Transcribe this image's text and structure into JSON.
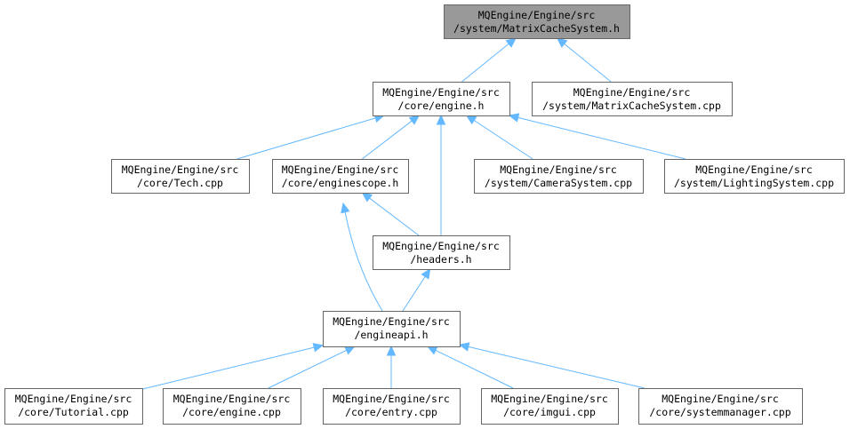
{
  "graph": {
    "nodes": [
      {
        "id": "matrix_h",
        "line1": "MQEngine/Engine/src",
        "line2": "/system/MatrixCacheSystem.h",
        "root": true
      },
      {
        "id": "engine_h",
        "line1": "MQEngine/Engine/src",
        "line2": "/core/engine.h"
      },
      {
        "id": "matrix_cpp",
        "line1": "MQEngine/Engine/src",
        "line2": "/system/MatrixCacheSystem.cpp"
      },
      {
        "id": "tech_cpp",
        "line1": "MQEngine/Engine/src",
        "line2": "/core/Tech.cpp"
      },
      {
        "id": "enginescope_h",
        "line1": "MQEngine/Engine/src",
        "line2": "/core/enginescope.h"
      },
      {
        "id": "camera_cpp",
        "line1": "MQEngine/Engine/src",
        "line2": "/system/CameraSystem.cpp"
      },
      {
        "id": "lighting_cpp",
        "line1": "MQEngine/Engine/src",
        "line2": "/system/LightingSystem.cpp"
      },
      {
        "id": "headers_h",
        "line1": "MQEngine/Engine/src",
        "line2": "/headers.h"
      },
      {
        "id": "engineapi_h",
        "line1": "MQEngine/Engine/src",
        "line2": "/engineapi.h"
      },
      {
        "id": "tutorial_cpp",
        "line1": "MQEngine/Engine/src",
        "line2": "/core/Tutorial.cpp"
      },
      {
        "id": "engine_cpp",
        "line1": "MQEngine/Engine/src",
        "line2": "/core/engine.cpp"
      },
      {
        "id": "entry_cpp",
        "line1": "MQEngine/Engine/src",
        "line2": "/core/entry.cpp"
      },
      {
        "id": "imgui_cpp",
        "line1": "MQEngine/Engine/src",
        "line2": "/core/imgui.cpp"
      },
      {
        "id": "sysmgr_cpp",
        "line1": "MQEngine/Engine/src",
        "line2": "/core/systemmanager.cpp"
      }
    ],
    "edges": [
      {
        "from": "engine_h",
        "to": "matrix_h"
      },
      {
        "from": "matrix_cpp",
        "to": "matrix_h"
      },
      {
        "from": "tech_cpp",
        "to": "engine_h"
      },
      {
        "from": "enginescope_h",
        "to": "engine_h"
      },
      {
        "from": "headers_h",
        "to": "engine_h"
      },
      {
        "from": "camera_cpp",
        "to": "engine_h"
      },
      {
        "from": "lighting_cpp",
        "to": "engine_h"
      },
      {
        "from": "headers_h",
        "to": "enginescope_h"
      },
      {
        "from": "engineapi_h",
        "to": "enginescope_h"
      },
      {
        "from": "engineapi_h",
        "to": "headers_h"
      },
      {
        "from": "tutorial_cpp",
        "to": "engineapi_h"
      },
      {
        "from": "engine_cpp",
        "to": "engineapi_h"
      },
      {
        "from": "entry_cpp",
        "to": "engineapi_h"
      },
      {
        "from": "imgui_cpp",
        "to": "engineapi_h"
      },
      {
        "from": "sysmgr_cpp",
        "to": "engineapi_h"
      }
    ]
  },
  "colors": {
    "edge": "#63b8ff",
    "node_border": "#666666",
    "root_fill": "#999999",
    "node_fill": "#ffffff"
  }
}
